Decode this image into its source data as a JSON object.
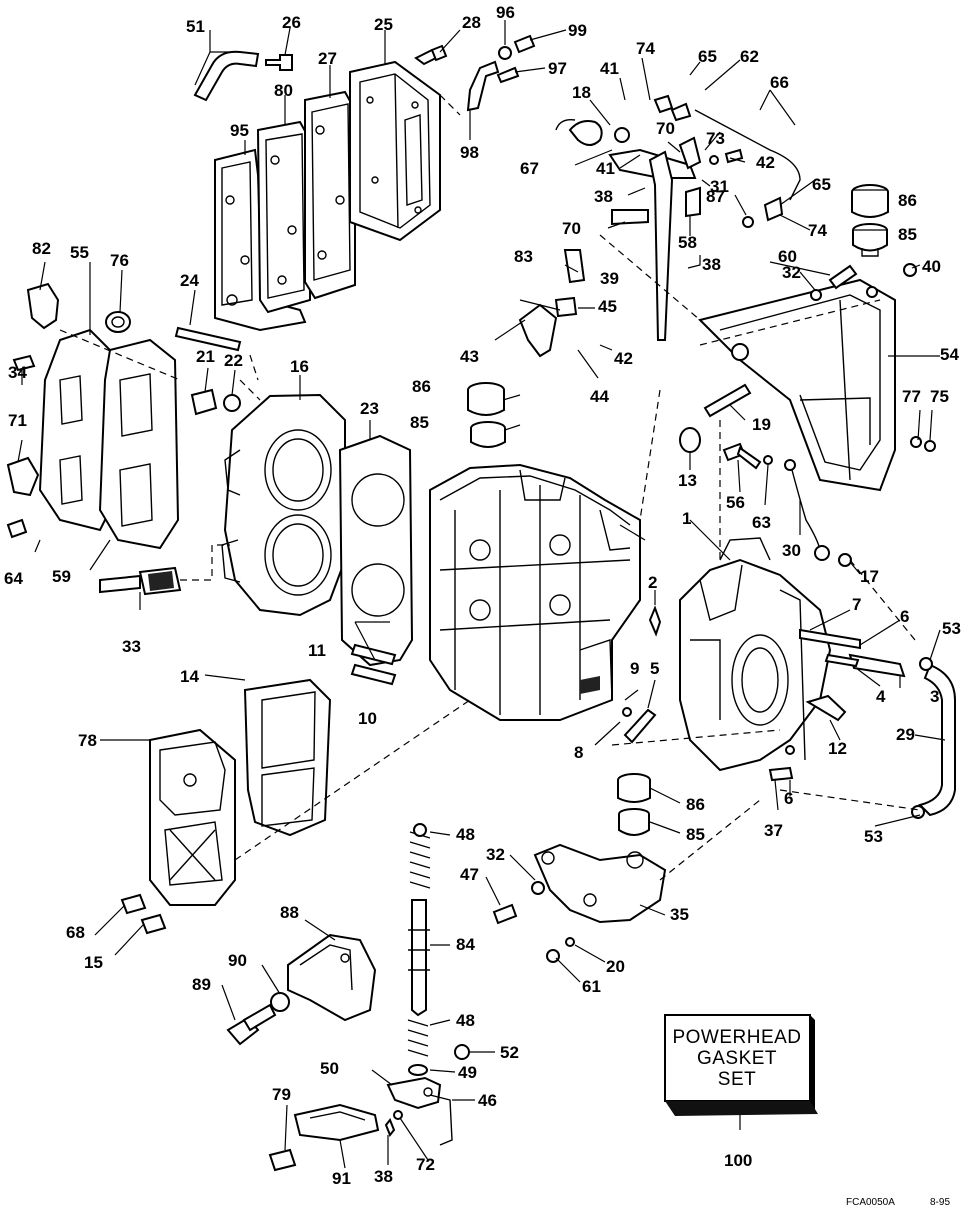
{
  "diagram": {
    "part_labels": {
      "p1": "1",
      "p2": "2",
      "p3": "3",
      "p4": "4",
      "p5": "5",
      "p6a": "6",
      "p6b": "6",
      "p7": "7",
      "p8": "8",
      "p9": "9",
      "p10": "10",
      "p11": "11",
      "p12": "12",
      "p13": "13",
      "p14": "14",
      "p15": "15",
      "p16": "16",
      "p17": "17",
      "p18": "18",
      "p19": "19",
      "p20": "20",
      "p21": "21",
      "p22": "22",
      "p23": "23",
      "p24": "24",
      "p25": "25",
      "p26": "26",
      "p27": "27",
      "p28": "28",
      "p29": "29",
      "p30": "30",
      "p31": "31",
      "p32a": "32",
      "p32b": "32",
      "p33": "33",
      "p34": "34",
      "p35": "35",
      "p37": "37",
      "p38a": "38",
      "p38b": "38",
      "p38c": "38",
      "p39": "39",
      "p40": "40",
      "p41a": "41",
      "p41b": "41",
      "p42a": "42",
      "p42b": "42",
      "p43": "43",
      "p44": "44",
      "p45": "45",
      "p46": "46",
      "p47": "47",
      "p48a": "48",
      "p48b": "48",
      "p49": "49",
      "p50": "50",
      "p51": "51",
      "p52": "52",
      "p53a": "53",
      "p53b": "53",
      "p54": "54",
      "p55": "55",
      "p56": "56",
      "p58": "58",
      "p59": "59",
      "p60": "60",
      "p61": "61",
      "p62": "62",
      "p63": "63",
      "p64": "64",
      "p65a": "65",
      "p65b": "65",
      "p66": "66",
      "p67": "67",
      "p68": "68",
      "p70a": "70",
      "p70b": "70",
      "p71": "71",
      "p72": "72",
      "p73": "73",
      "p74a": "74",
      "p74b": "74",
      "p75": "75",
      "p76": "76",
      "p77": "77",
      "p78": "78",
      "p79": "79",
      "p80": "80",
      "p82": "82",
      "p83": "83",
      "p84": "84",
      "p85a": "85",
      "p85b": "85",
      "p85c": "85",
      "p86a": "86",
      "p86b": "86",
      "p86c": "86",
      "p87": "87",
      "p88": "88",
      "p89": "89",
      "p90": "90",
      "p91": "91",
      "p95": "95",
      "p96": "96",
      "p97": "97",
      "p98": "98",
      "p99": "99",
      "p100": "100"
    },
    "kit_box": {
      "line1": "POWERHEAD",
      "line2": "GASKET",
      "line3": "SET"
    },
    "drawing_code": "FCA0050A",
    "drawing_date": "8-95"
  }
}
